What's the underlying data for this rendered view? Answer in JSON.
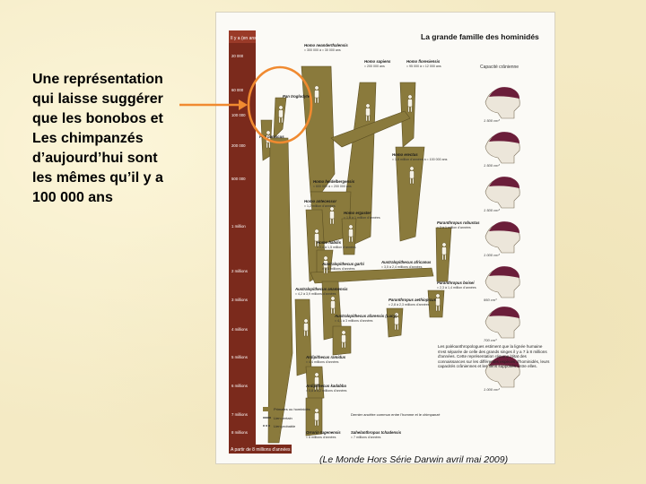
{
  "slide": {
    "caption": "Une représentation\nqui laisse suggérer\nque les bonobos et\nLes chimpanzés\nd’aujourd’hui sont\nles mêmes qu’il y a\n100 000 ans",
    "source": "(Le Monde Hors Série Darwin avril mai 2009)"
  },
  "poster": {
    "title": "La grande famille des hominidés",
    "timescale_header": "Il y a (en ans)",
    "time_labels": [
      "20 000",
      "60 000",
      "100 000",
      "200 000",
      "500 000",
      "1 million",
      "2 millions",
      "3 millions",
      "4 millions",
      "5 millions",
      "6 millions",
      "7 millions",
      "8 millions"
    ],
    "bottom_band": "A partir de 8 millions d'années",
    "skull_header": "Capacité crânienne",
    "capacities": [
      "1 500 cm³",
      "1 500 cm³",
      "1 500 cm³",
      "1 000 cm³",
      "950 cm³",
      "700 cm³",
      "1 000 cm³"
    ],
    "species": [
      {
        "name": "Homo neanderthalensis",
        "range": "≈ 300 000 à ≈ 30 000 ans"
      },
      {
        "name": "Homo sapiens",
        "range": "≈ 200 000 ans"
      },
      {
        "name": "Homo floresiensis",
        "range": "≈ 95 000 à ≈ 12 000 ans"
      },
      {
        "name": "Pan troglodytes",
        "range": ""
      },
      {
        "name": "Pan paniscus",
        "range": ""
      },
      {
        "name": "Homo erectus",
        "range": "≈ 1,8 million d'années à ≈ 100 000 ans"
      },
      {
        "name": "Homo heidelbergensis",
        "range": "≈ 600 000 à ≈ 200 000 ans"
      },
      {
        "name": "Homo antecessor",
        "range": "≈ 1,2 million d'années"
      },
      {
        "name": "Homo ergaster",
        "range": "≈ 1,9 à 1 million d'années"
      },
      {
        "name": "Homo habilis",
        "range": "≈ 2,4 à 1,5 million d'années"
      },
      {
        "name": "Paranthropus robustus",
        "range": "≈ 2 à 1 million d'années"
      },
      {
        "name": "Australopithecus garhi",
        "range": "≈ 2,5 millions d'années"
      },
      {
        "name": "Australopithecus africanus",
        "range": "≈ 3,5 à 2,4 millions d'années"
      },
      {
        "name": "Paranthropus boisei",
        "range": "≈ 2,3 à 1,4 million d'années"
      },
      {
        "name": "Australopithecus anamensis",
        "range": "≈ 4,2 à 3,9 millions d'années"
      },
      {
        "name": "Paranthropus aethiopicus",
        "range": "≈ 2,8 à 2,3 millions d'années"
      },
      {
        "name": "Australopithecus afarensis (Lucy)",
        "range": "≈ 4,1 à 3 millions d'années"
      },
      {
        "name": "Ardipithecus ramidus",
        "range": "≈ 4,4 millions d'années"
      },
      {
        "name": "Ardipithecus kadabba",
        "range": "≈ 5,8 à 5,2 millions d'années"
      },
      {
        "name": "Orrorin tugenensis",
        "range": "≈ 6 millions d'années"
      },
      {
        "name": "Sahelanthropus tchadensis",
        "range": "≈ 7 millions d'années"
      }
    ],
    "legend": [
      "Primates ou hominidés",
      "Lien certain",
      "Lien probable"
    ],
    "common_ancestor": "Dernier ancêtre commun entre l'homme et le chimpanzé",
    "text_block": "Les paléoanthropologues estiment que la lignée humaine s'est séparée de celle des grands singes il y a 7 à 8 millions d'années. Cette représentation résume l'état des connaissances sur les différentes espèces d'hominidés, leurs capacités crâniennes et les liens supposés entre elles."
  },
  "colors": {
    "background": "#f4eac4",
    "timeline": "#7b2a1c",
    "trunk": "#8a7a3c",
    "highlight": "#f08a30",
    "skull": "#6b1e3a"
  }
}
